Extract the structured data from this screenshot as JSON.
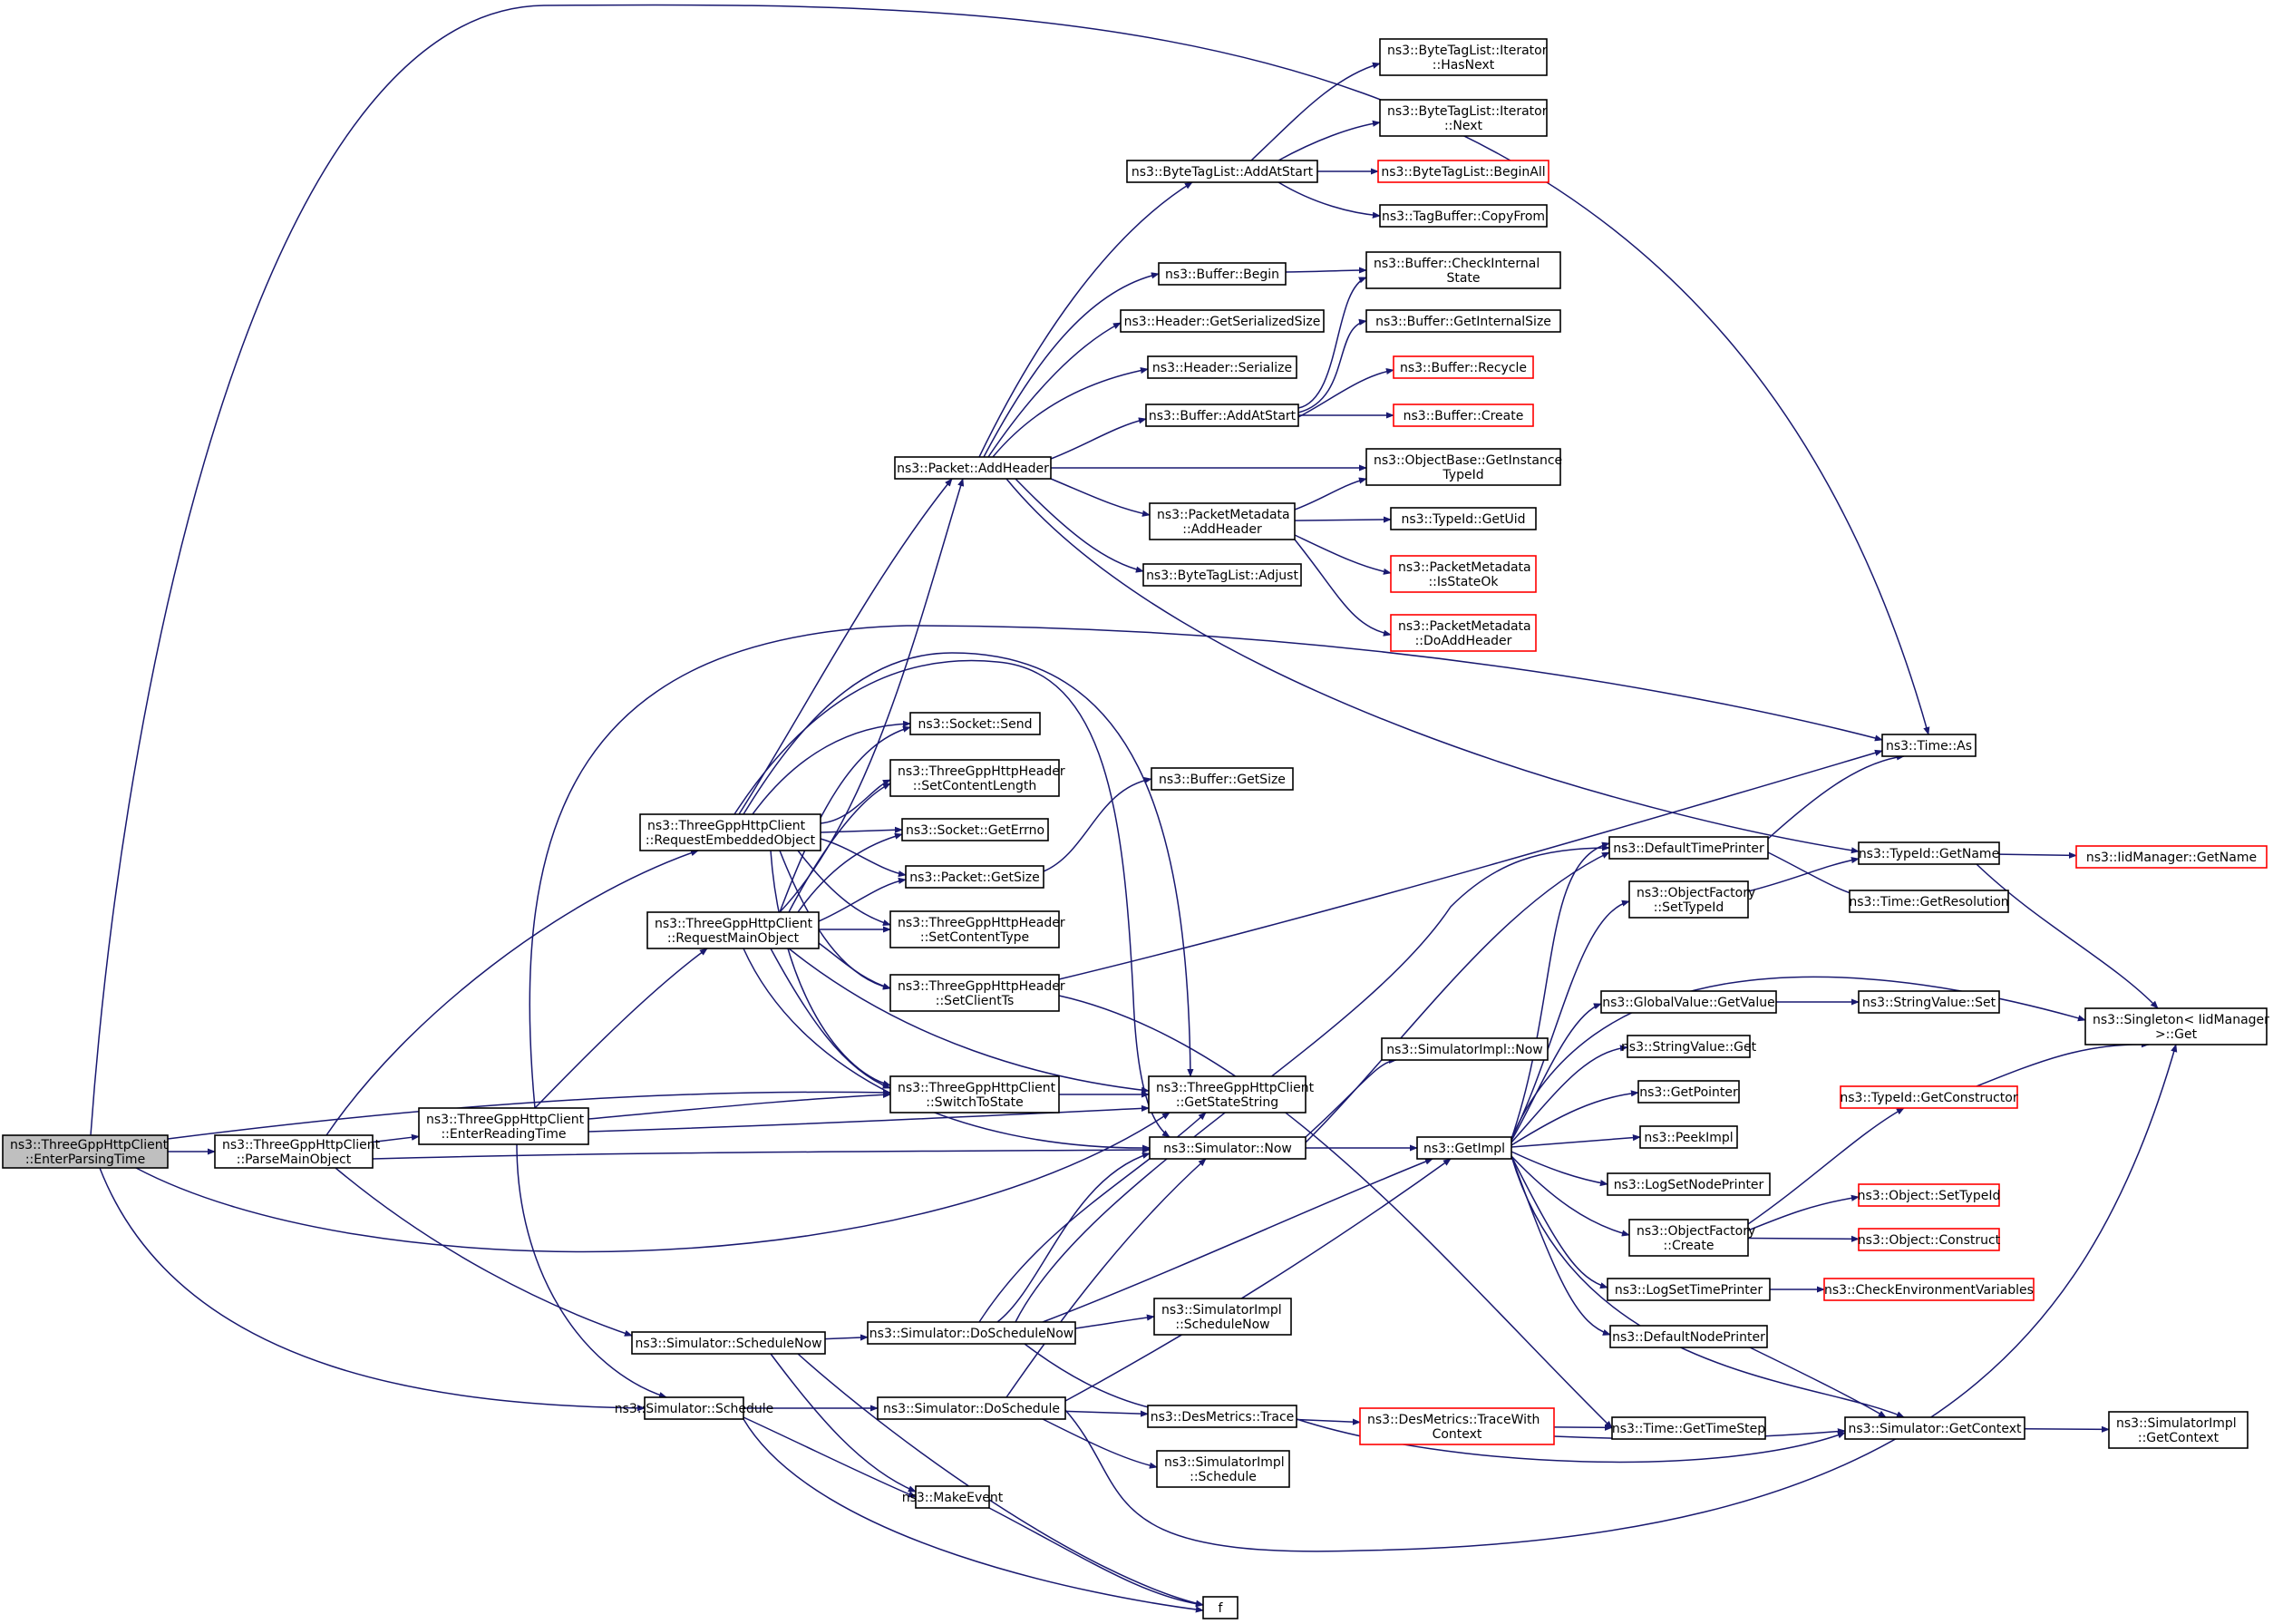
{
  "graph": {
    "title": "",
    "edge_color": "#191970",
    "node_border_color": "#000000",
    "missing_node_border_color": "#ff0000",
    "root_fill_color": "#bfbfbf",
    "nodes": [
      {
        "id": "root",
        "lines": [
          "ns3::ThreeGppHttpClient",
          "::EnterParsingTime"
        ],
        "style": "root"
      },
      {
        "id": "parseMain",
        "lines": [
          "ns3::ThreeGppHttpClient",
          "::ParseMainObject"
        ]
      },
      {
        "id": "enterReading",
        "lines": [
          "ns3::ThreeGppHttpClient",
          "::EnterReadingTime"
        ]
      },
      {
        "id": "reqEmbedded",
        "lines": [
          "ns3::ThreeGppHttpClient",
          "::RequestEmbeddedObject"
        ]
      },
      {
        "id": "reqMain",
        "lines": [
          "ns3::ThreeGppHttpClient",
          "::RequestMainObject"
        ]
      },
      {
        "id": "schedNow",
        "lines": [
          "ns3::Simulator::ScheduleNow"
        ]
      },
      {
        "id": "sched",
        "lines": [
          "ns3::Simulator::Schedule"
        ]
      },
      {
        "id": "socketSend",
        "lines": [
          "ns3::Socket::Send"
        ]
      },
      {
        "id": "setContentLength",
        "lines": [
          "ns3::ThreeGppHttpHeader",
          "::SetContentLength"
        ]
      },
      {
        "id": "getErrno",
        "lines": [
          "ns3::Socket::GetErrno"
        ]
      },
      {
        "id": "pktGetSize",
        "lines": [
          "ns3::Packet::GetSize"
        ]
      },
      {
        "id": "setContentType",
        "lines": [
          "ns3::ThreeGppHttpHeader",
          "::SetContentType"
        ]
      },
      {
        "id": "setClientTs",
        "lines": [
          "ns3::ThreeGppHttpHeader",
          "::SetClientTs"
        ]
      },
      {
        "id": "switchToState",
        "lines": [
          "ns3::ThreeGppHttpClient",
          "::SwitchToState"
        ]
      },
      {
        "id": "getStateString",
        "lines": [
          "ns3::ThreeGppHttpClient",
          "::GetStateString"
        ]
      },
      {
        "id": "simNow",
        "lines": [
          "ns3::Simulator::Now"
        ]
      },
      {
        "id": "doScheduleNow",
        "lines": [
          "ns3::Simulator::DoScheduleNow"
        ]
      },
      {
        "id": "doSchedule",
        "lines": [
          "ns3::Simulator::DoSchedule"
        ]
      },
      {
        "id": "makeEvent",
        "lines": [
          "ns3::MakeEvent"
        ]
      },
      {
        "id": "f",
        "lines": [
          "f"
        ]
      },
      {
        "id": "pktAddHeader",
        "lines": [
          "ns3::Packet::AddHeader"
        ]
      },
      {
        "id": "btlAddAtStart",
        "lines": [
          "ns3::ByteTagList::AddAtStart"
        ]
      },
      {
        "id": "bufBegin",
        "lines": [
          "ns3::Buffer::Begin"
        ]
      },
      {
        "id": "hdrGetSerSize",
        "lines": [
          "ns3::Header::GetSerializedSize"
        ]
      },
      {
        "id": "hdrSerialize",
        "lines": [
          "ns3::Header::Serialize"
        ]
      },
      {
        "id": "bufAddAtStart",
        "lines": [
          "ns3::Buffer::AddAtStart"
        ]
      },
      {
        "id": "pmAddHeader",
        "lines": [
          "ns3::PacketMetadata",
          "::AddHeader"
        ]
      },
      {
        "id": "btlAdjust",
        "lines": [
          "ns3::ByteTagList::Adjust"
        ]
      },
      {
        "id": "bufGetSize",
        "lines": [
          "ns3::Buffer::GetSize"
        ]
      },
      {
        "id": "simImplNow",
        "lines": [
          "ns3::SimulatorImpl::Now"
        ]
      },
      {
        "id": "simImplScheduleNow",
        "lines": [
          "ns3::SimulatorImpl",
          "::ScheduleNow"
        ]
      },
      {
        "id": "desTrace",
        "lines": [
          "ns3::DesMetrics::Trace"
        ]
      },
      {
        "id": "simImplSchedule",
        "lines": [
          "ns3::SimulatorImpl",
          "::Schedule"
        ]
      },
      {
        "id": "btliHasNext",
        "lines": [
          "ns3::ByteTagList::Iterator",
          "::HasNext"
        ]
      },
      {
        "id": "btliNext",
        "lines": [
          "ns3::ByteTagList::Iterator",
          "::Next"
        ]
      },
      {
        "id": "btlBeginAll",
        "lines": [
          "ns3::ByteTagList::BeginAll"
        ],
        "style": "red"
      },
      {
        "id": "tagBufCopyFrom",
        "lines": [
          "ns3::TagBuffer::CopyFrom"
        ]
      },
      {
        "id": "bufCheckInternal",
        "lines": [
          "ns3::Buffer::CheckInternal",
          "State"
        ]
      },
      {
        "id": "bufGetInternalSize",
        "lines": [
          "ns3::Buffer::GetInternalSize"
        ]
      },
      {
        "id": "bufRecycle",
        "lines": [
          "ns3::Buffer::Recycle"
        ],
        "style": "red"
      },
      {
        "id": "bufCreate",
        "lines": [
          "ns3::Buffer::Create"
        ],
        "style": "red"
      },
      {
        "id": "objBaseGetInstance",
        "lines": [
          "ns3::ObjectBase::GetInstance",
          "TypeId"
        ]
      },
      {
        "id": "typeIdGetUid",
        "lines": [
          "ns3::TypeId::GetUid"
        ]
      },
      {
        "id": "pmIsStateOk",
        "lines": [
          "ns3::PacketMetadata",
          "::IsStateOk"
        ],
        "style": "red"
      },
      {
        "id": "pmDoAddHeader",
        "lines": [
          "ns3::PacketMetadata",
          "::DoAddHeader"
        ],
        "style": "red"
      },
      {
        "id": "defTimePrinter",
        "lines": [
          "ns3::DefaultTimePrinter"
        ]
      },
      {
        "id": "objFactSetTypeId",
        "lines": [
          "ns3::ObjectFactory",
          "::SetTypeId"
        ]
      },
      {
        "id": "globalValGetValue",
        "lines": [
          "ns3::GlobalValue::GetValue"
        ]
      },
      {
        "id": "stringValGet",
        "lines": [
          "ns3::StringValue::Get"
        ]
      },
      {
        "id": "getPointer",
        "lines": [
          "ns3::GetPointer"
        ]
      },
      {
        "id": "peekImpl",
        "lines": [
          "ns3::PeekImpl"
        ]
      },
      {
        "id": "logSetNodePrinter",
        "lines": [
          "ns3::LogSetNodePrinter"
        ]
      },
      {
        "id": "objFactCreate",
        "lines": [
          "ns3::ObjectFactory",
          "::Create"
        ]
      },
      {
        "id": "logSetTimePrinter",
        "lines": [
          "ns3::LogSetTimePrinter"
        ]
      },
      {
        "id": "defNodePrinter",
        "lines": [
          "ns3::DefaultNodePrinter"
        ]
      },
      {
        "id": "getImpl",
        "lines": [
          "ns3::GetImpl"
        ]
      },
      {
        "id": "desTraceWithContext",
        "lines": [
          "ns3::DesMetrics::TraceWith",
          "Context"
        ],
        "style": "red"
      },
      {
        "id": "timeGetTimeStep",
        "lines": [
          "ns3::Time::GetTimeStep"
        ]
      },
      {
        "id": "timeAs",
        "lines": [
          "ns3::Time::As"
        ]
      },
      {
        "id": "typeIdGetName",
        "lines": [
          "ns3::TypeId::GetName"
        ]
      },
      {
        "id": "timeGetResolution",
        "lines": [
          "ns3::Time::GetResolution"
        ]
      },
      {
        "id": "stringValSet",
        "lines": [
          "ns3::StringValue::Set"
        ]
      },
      {
        "id": "typeIdGetConstructor",
        "lines": [
          "ns3::TypeId::GetConstructor"
        ],
        "style": "red"
      },
      {
        "id": "objSetTypeId",
        "lines": [
          "ns3::Object::SetTypeId"
        ],
        "style": "red"
      },
      {
        "id": "objConstruct",
        "lines": [
          "ns3::Object::Construct"
        ],
        "style": "red"
      },
      {
        "id": "checkEnvVars",
        "lines": [
          "ns3::CheckEnvironmentVariables"
        ],
        "style": "red"
      },
      {
        "id": "simGetContext",
        "lines": [
          "ns3::Simulator::GetContext"
        ]
      },
      {
        "id": "iidGetName",
        "lines": [
          "ns3::IidManager::GetName"
        ],
        "style": "red"
      },
      {
        "id": "singletonGet",
        "lines": [
          "ns3::Singleton< IidManager",
          ">::Get"
        ]
      },
      {
        "id": "simImplGetContext",
        "lines": [
          "ns3::SimulatorImpl",
          "::GetContext"
        ]
      }
    ]
  }
}
